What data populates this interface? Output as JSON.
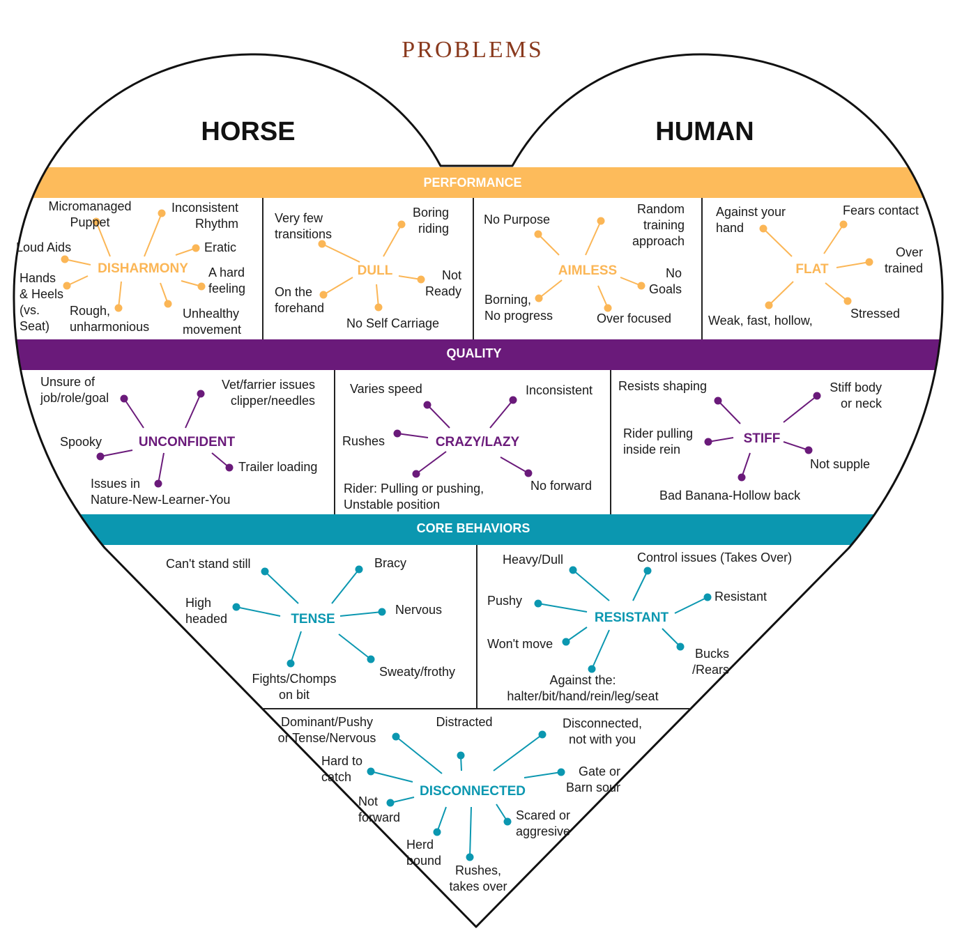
{
  "title": "PROBLEMS",
  "columns": {
    "left": "HORSE",
    "right": "HUMAN"
  },
  "colors": {
    "title": "#8a3a1e",
    "performance": "#fdbb5b",
    "performance_text": "#fbb656",
    "quality": "#6a1a7a",
    "core": "#0b97b0",
    "outline": "#111111"
  },
  "bands": {
    "performance": "PERFORMANCE",
    "quality": "QUALITY",
    "core": "CORE BEHAVIORS"
  },
  "groups": {
    "disharmony": {
      "hub": "DISHARMONY",
      "items": [
        [
          "Micromanaged",
          "Puppet"
        ],
        [
          "Inconsistent",
          "Rhythm"
        ],
        [
          "Loud Aids"
        ],
        [
          "Eratic"
        ],
        [
          "Hands",
          "& Heels",
          "(vs.",
          "Seat)"
        ],
        [
          "A hard",
          "feeling"
        ],
        [
          "Rough,",
          "unharmonious"
        ],
        [
          "Unhealthy",
          "movement"
        ]
      ]
    },
    "dull": {
      "hub": "DULL",
      "items": [
        [
          "Very few",
          "transitions"
        ],
        [
          "Boring",
          "riding"
        ],
        [
          "On the",
          "forehand"
        ],
        [
          "Not",
          "Ready"
        ],
        [
          "No Self Carriage"
        ]
      ]
    },
    "aimless": {
      "hub": "AIMLESS",
      "items": [
        [
          "No Purpose"
        ],
        [
          "Random",
          "training",
          "approach"
        ],
        [
          "No",
          "Goals"
        ],
        [
          "Borning,",
          "No progress"
        ],
        [
          "Over focused"
        ]
      ]
    },
    "flat": {
      "hub": "FLAT",
      "items": [
        [
          "Against your",
          "hand"
        ],
        [
          "Fears contact"
        ],
        [
          "Over",
          "trained"
        ],
        [
          "Weak, fast, hollow,"
        ],
        [
          "Stressed"
        ]
      ]
    },
    "unconfident": {
      "hub": "UNCONFIDENT",
      "items": [
        [
          "Unsure of",
          "job/role/goal"
        ],
        [
          "Vet/farrier issues",
          "clipper/needles"
        ],
        [
          "Spooky"
        ],
        [
          "Trailer loading"
        ],
        [
          "Issues in",
          "Nature-New-Learner-You"
        ]
      ]
    },
    "crazy": {
      "hub": "CRAZY/LAZY",
      "items": [
        [
          "Varies speed"
        ],
        [
          "Inconsistent"
        ],
        [
          "Rushes"
        ],
        [
          "Rider: Pulling or pushing,",
          "Unstable position"
        ],
        [
          "No forward"
        ]
      ]
    },
    "stiff": {
      "hub": "STIFF",
      "items": [
        [
          "Resists shaping"
        ],
        [
          "Stiff body",
          "or neck"
        ],
        [
          "Rider pulling",
          "inside rein"
        ],
        [
          "Not supple"
        ],
        [
          "Bad Banana-Hollow back"
        ]
      ]
    },
    "tense": {
      "hub": "TENSE",
      "items": [
        [
          "Can't stand still"
        ],
        [
          "Bracy"
        ],
        [
          "High",
          "headed"
        ],
        [
          "Nervous"
        ],
        [
          "Fights/Chomps",
          "on bit"
        ],
        [
          "Sweaty/frothy"
        ]
      ]
    },
    "resistant": {
      "hub": "RESISTANT",
      "items": [
        [
          "Heavy/Dull"
        ],
        [
          "Control issues (Takes Over)"
        ],
        [
          "Pushy"
        ],
        [
          "Resistant"
        ],
        [
          "Won't move"
        ],
        [
          "Bucks",
          "/Rears"
        ],
        [
          "Against the:",
          "halter/bit/hand/rein/leg/seat"
        ]
      ]
    },
    "disconnected": {
      "hub": "DISCONNECTED",
      "items": [
        [
          "Dominant/Pushy",
          "or Tense/Nervous"
        ],
        [
          "Distracted"
        ],
        [
          "Disconnected,",
          "not with you"
        ],
        [
          "Hard to",
          "catch"
        ],
        [
          "Gate or",
          "Barn sour"
        ],
        [
          "Not",
          "forward"
        ],
        [
          "Scared or",
          "aggresive"
        ],
        [
          "Herd",
          "bound"
        ],
        [
          "Rushes,",
          "takes over"
        ]
      ]
    }
  }
}
